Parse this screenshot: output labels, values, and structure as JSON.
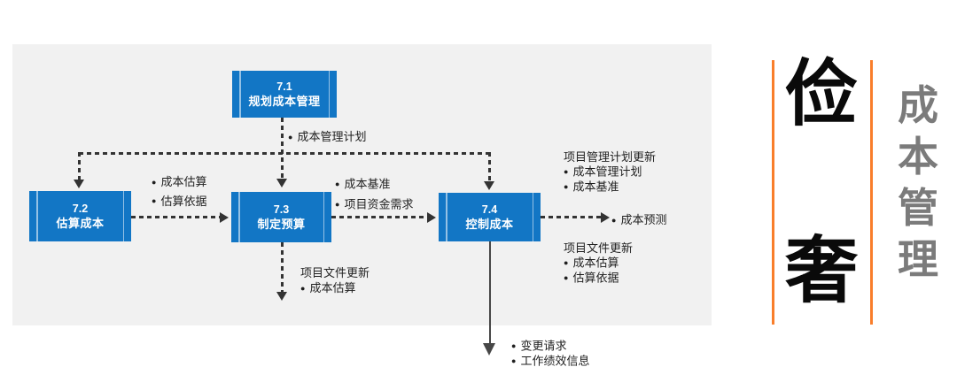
{
  "diagram": {
    "bullet_char": "●",
    "colors": {
      "box_blue": "#1276C5",
      "panel_gray": "#F1F1F1",
      "connector_dark": "#333333",
      "accent_orange": "#F97E2B",
      "vertical_title_gray": "#7B7B7B"
    },
    "boxes": [
      {
        "number": "7.1",
        "label": "规划成本管理"
      },
      {
        "number": "7.2",
        "label": "估算成本"
      },
      {
        "number": "7.3",
        "label": "制定预算"
      },
      {
        "number": "7.4",
        "label": "控制成本"
      }
    ],
    "annotations": {
      "plan_output": {
        "items": [
          "成本管理计划"
        ]
      },
      "estimate_outputs": {
        "items": [
          "成本估算",
          "估算依据"
        ]
      },
      "budget_inputs": {
        "items": [
          "成本基准",
          "项目资金需求"
        ]
      },
      "control_plan_updates": {
        "title": "项目管理计划更新",
        "items": [
          "成本管理计划",
          "成本基准"
        ]
      },
      "forecast_output": {
        "items": [
          "成本预测"
        ]
      },
      "control_doc_updates": {
        "title": "项目文件更新",
        "items": [
          "成本估算",
          "估算依据"
        ]
      },
      "budget_doc_updates": {
        "title": "项目文件更新",
        "items": [
          "成本估算"
        ]
      },
      "control_bottom_outputs": {
        "items": [
          "变更请求",
          "工作绩效信息"
        ]
      }
    }
  },
  "sidebar": {
    "big_chars": [
      "俭",
      "奢"
    ],
    "vertical_title_chars": [
      "成",
      "本",
      "管",
      "理"
    ]
  }
}
